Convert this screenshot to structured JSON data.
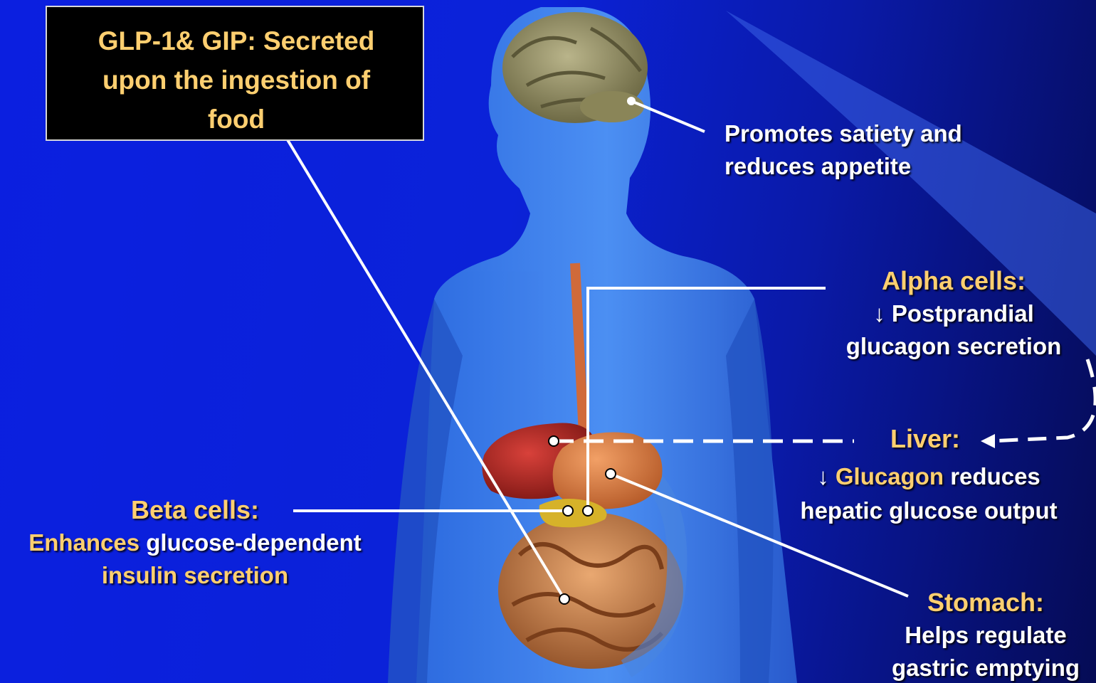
{
  "callout": {
    "line1": "GLP-1& GIP: Secreted",
    "line2": "upon the ingestion of",
    "line3": "food"
  },
  "brain": {
    "line1": "Promotes satiety and",
    "line2": "reduces appetite"
  },
  "alpha": {
    "title": "Alpha cells:",
    "arrow": "↓",
    "line1": "Postprandial",
    "line2": "glucagon secretion"
  },
  "liver": {
    "title": "Liver:",
    "arrow": "↓",
    "keyword": "Glucagon",
    "line1_rest": "reduces",
    "line2": "hepatic glucose output"
  },
  "beta": {
    "title": "Beta cells:",
    "keyword": "Enhances",
    "line1_rest": "glucose-dependent",
    "line2": "insulin secretion"
  },
  "stomach": {
    "title": "Stomach:",
    "line1": "Helps regulate",
    "line2": "gastric emptying"
  }
}
